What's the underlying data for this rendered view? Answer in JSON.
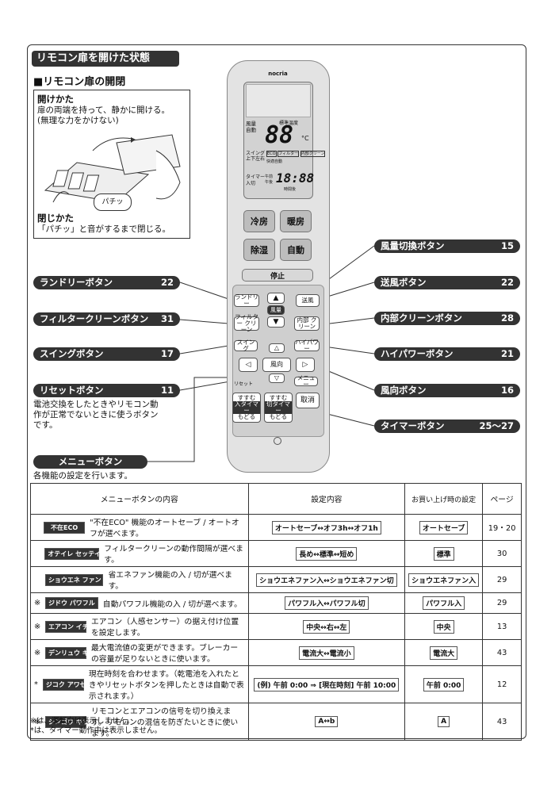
{
  "section_title": "リモコン扉を開けた状態",
  "subsection_title": "■リモコン扉の開閉",
  "open": {
    "heading": "開けかた",
    "text1": "扉の両端を持って、静かに開ける。",
    "text2": "(無理な力をかけない)",
    "sound": "パチッ"
  },
  "close": {
    "heading": "閉じかた",
    "text": "「パチッ」と音がするまで閉じる。"
  },
  "remote": {
    "brand": "nocria",
    "lcd": {
      "mode_labels": [
        "風量",
        "自動"
      ],
      "temp_label": "標準温度",
      "digits": "88",
      "unit": "°C",
      "swing": "スイング",
      "swing_sub": "上下左右",
      "badges": [
        "ECO",
        "フィルター",
        "内部クリーン"
      ],
      "badge2": "快適自動",
      "timer_label": "タイマー",
      "timer_sub": "入切",
      "ampm": [
        "午前",
        "午後"
      ],
      "time": "18:88",
      "time_sub": "時間後"
    },
    "buttons": {
      "cool": "冷房",
      "heat": "暖房",
      "dry": "除湿",
      "auto": "自動",
      "stop": "停止",
      "laundry": "ランドリー",
      "fan": "送風",
      "filter": "フィルター クリーン",
      "vol": "風量",
      "inner": "内部 クリーン",
      "swing": "スイング",
      "hipower": "ハイパワー",
      "dir": "風向",
      "reset": "リセット",
      "menu": "メニュー",
      "t1a": "すすむ",
      "t1b": "入タイマー",
      "t1c": "もどる",
      "t2a": "すすむ",
      "t2b": "切タイマー",
      "t2c": "もどる",
      "cancel": "取消"
    }
  },
  "callouts": {
    "vol": {
      "label": "風量切換ボタン",
      "page": "15"
    },
    "laundry": {
      "label": "ランドリーボタン",
      "page": "22"
    },
    "fan": {
      "label": "送風ボタン",
      "page": "22"
    },
    "filter": {
      "label": "フィルタークリーンボタン",
      "page": "31"
    },
    "inner": {
      "label": "内部クリーンボタン",
      "page": "28"
    },
    "swing": {
      "label": "スイングボタン",
      "page": "17"
    },
    "hipower": {
      "label": "ハイパワーボタン",
      "page": "21"
    },
    "reset": {
      "label": "リセットボタン",
      "page": "11"
    },
    "dir": {
      "label": "風向ボタン",
      "page": "16"
    },
    "timer": {
      "label": "タイマーボタン",
      "page": "25～27"
    },
    "menu": {
      "label": "メニューボタン",
      "page": ""
    }
  },
  "reset_desc": [
    "電池交換をしたときやリモコン動",
    "作が正常でないときに使うボタン",
    "です。"
  ],
  "menu_desc": "各機能の設定を行います。",
  "table": {
    "headers": [
      "メニューボタンの内容",
      "設定内容",
      "お買い上げ時の設定",
      "ページ"
    ],
    "rows": [
      {
        "mark": "",
        "icon": "不在ECO",
        "desc": "\"不在ECO\" 機能のオートセーブ / オートオフが選べます。",
        "settings": "オートセーブ↔オフ3h↔オフ1h",
        "default": "オートセーブ",
        "page": "19・20"
      },
      {
        "mark": "",
        "icon": "オテイレ セッテイ",
        "desc": "フィルタークリーンの動作間隔が選べます。",
        "settings": "長め↔標準↔短め",
        "default": "標準",
        "page": "30"
      },
      {
        "mark": "",
        "icon": "ショウエネ ファン",
        "desc": "省エネファン機能の入 / 切が選べます。",
        "settings": "ショウエネファン入↔ショウエネファン切",
        "default": "ショウエネファン入",
        "page": "29"
      },
      {
        "mark": "※",
        "icon": "ジドウ パワフル",
        "desc": "自動パワフル機能の入 / 切が選べます。",
        "settings": "パワフル入↔パワフル切",
        "default": "パワフル入",
        "page": "29"
      },
      {
        "mark": "※",
        "icon": "エアコン イチ",
        "desc": "エアコン（人感センサー）の据え付け位置を設定します。",
        "settings": "中央↔右↔左",
        "default": "中央",
        "page": "13"
      },
      {
        "mark": "※",
        "icon": "デンリュウ キリカエ",
        "desc": "最大電流値の変更ができます。ブレーカーの容量が足りないときに使います。",
        "settings": "電流大↔電流小",
        "default": "電流大",
        "page": "43"
      },
      {
        "mark": "*",
        "icon": "ジコク アワセ",
        "desc": "現在時刻を合わせます。（乾電池を入れたときやリセットボタンを押したときは自動で表示されます。）",
        "settings": "(例) 午前 0:00 ⇒ [現在時刻] 午前 10:00",
        "default": "午前 0:00",
        "page": "12"
      },
      {
        "mark": "※",
        "icon": "シンゴウ キリカエ",
        "desc": "リモコンとエアコンの信号を切り換えます。リモコンの混信を防ぎたいときに使います。",
        "settings": "A↔b",
        "default": "A",
        "page": "43"
      }
    ]
  },
  "footnotes": [
    "※は、運転中は表示しません。",
    "*は、タイマー動作中は表示しません。"
  ]
}
